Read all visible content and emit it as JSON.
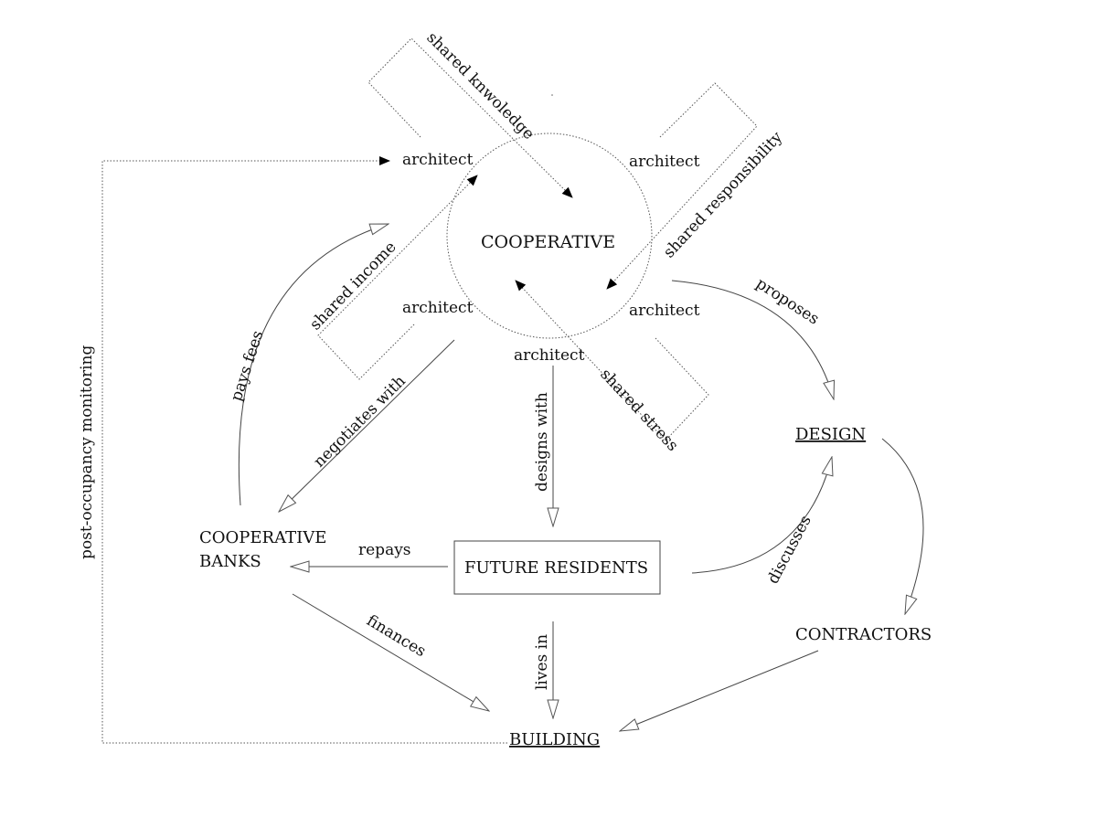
{
  "center": {
    "title": "COOPERATIVE"
  },
  "architects": [
    "architect",
    "architect",
    "architect",
    "architect",
    "architect"
  ],
  "shared": {
    "knowledge": "shared knwoledge",
    "responsibility": "shared responsibility",
    "income": "shared income",
    "stress": "shared stress"
  },
  "nodes": {
    "design": "DESIGN",
    "contractors": "CONTRACTORS",
    "future_residents": "FUTURE RESIDENTS",
    "banks_line1": "COOPERATIVE",
    "banks_line2": "BANKS",
    "building": "BUILDING"
  },
  "edges": {
    "proposes": "proposes",
    "discusses": "discusses",
    "designs_with": "designs with",
    "repays": "repays",
    "negotiates_with": "negotiates with",
    "pays_fees": "pays fees",
    "finances": "finances",
    "lives_in": "lives in",
    "post_occupancy": "post-occupancy monitoring"
  }
}
